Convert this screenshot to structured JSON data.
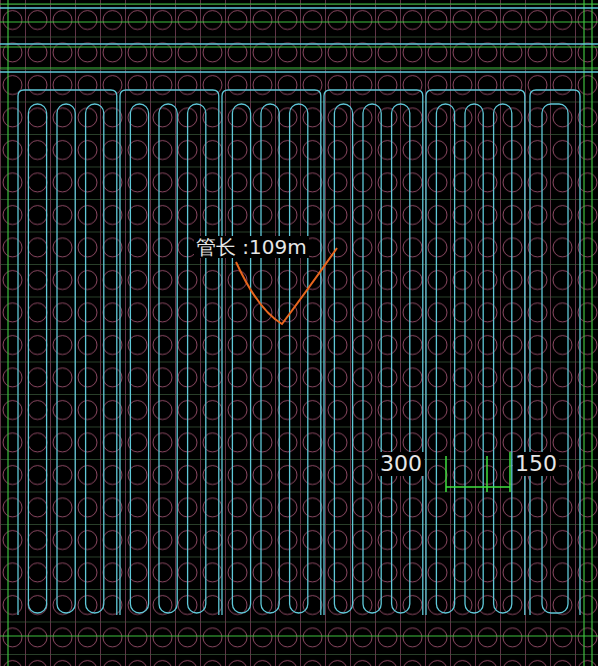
{
  "diagram": {
    "labels": [
      "管长 :109m",
      "300",
      "150"
    ]
  }
}
